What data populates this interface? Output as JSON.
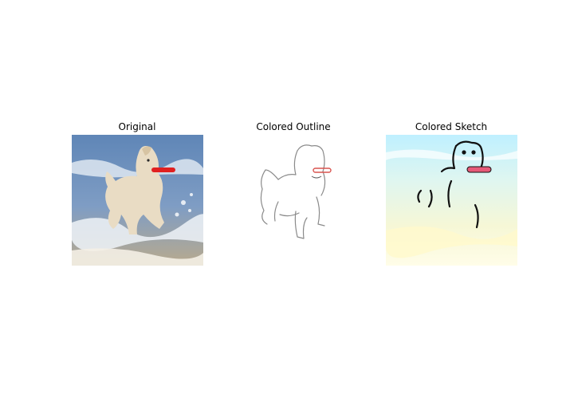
{
  "panels": [
    {
      "title": "Original",
      "icon": "dog-photo-icon",
      "colors": {
        "sky": "#5f86b7",
        "water": "#7f9dc4",
        "foam": "#eef3f8",
        "sand": "#b9aa8d",
        "dog": "#e9dcc4",
        "toy": "#e02020"
      }
    },
    {
      "title": "Colored Outline",
      "icon": "dog-outline-icon",
      "colors": {
        "background": "#ffffff",
        "stroke": "#8a8a8a",
        "toy": "#d9534f"
      }
    },
    {
      "title": "Colored Sketch",
      "icon": "dog-sketch-icon",
      "colors": {
        "sky": "#bff0ff",
        "wave": "#f6f7d6",
        "sand": "#fff9cc",
        "stroke": "#111111",
        "toy": "#e65a78"
      }
    }
  ]
}
